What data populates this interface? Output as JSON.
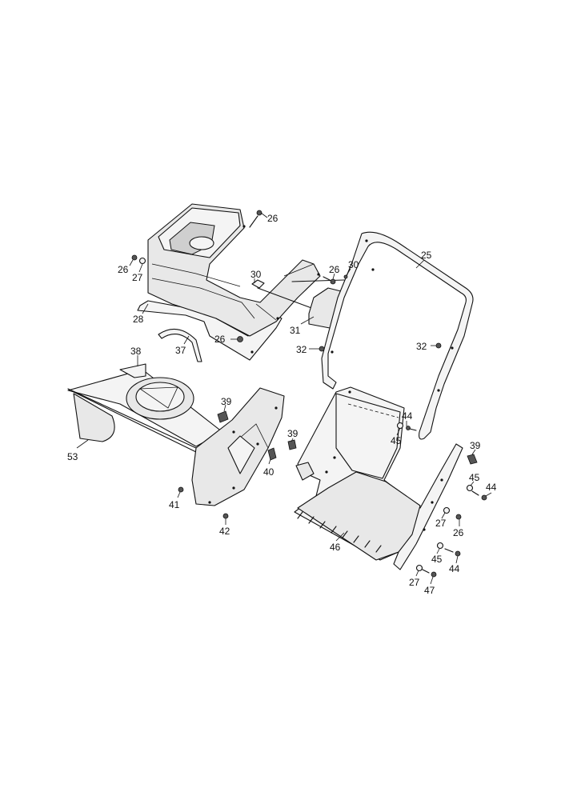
{
  "callouts": [
    {
      "id": "c1",
      "text": "26"
    },
    {
      "id": "c2",
      "text": "26"
    },
    {
      "id": "c3",
      "text": "27"
    },
    {
      "id": "c4",
      "text": "28"
    },
    {
      "id": "c5",
      "text": "30"
    },
    {
      "id": "c6",
      "text": "26"
    },
    {
      "id": "c7",
      "text": "30"
    },
    {
      "id": "c8",
      "text": "31"
    },
    {
      "id": "c9",
      "text": "25"
    },
    {
      "id": "c10",
      "text": "26"
    },
    {
      "id": "c11",
      "text": "37"
    },
    {
      "id": "c12",
      "text": "32"
    },
    {
      "id": "c13",
      "text": "32"
    },
    {
      "id": "c14",
      "text": "38"
    },
    {
      "id": "c15",
      "text": "39"
    },
    {
      "id": "c16",
      "text": "53"
    },
    {
      "id": "c17",
      "text": "40"
    },
    {
      "id": "c18",
      "text": "41"
    },
    {
      "id": "c19",
      "text": "42"
    },
    {
      "id": "c20",
      "text": "44"
    },
    {
      "id": "c21",
      "text": "45"
    },
    {
      "id": "c22",
      "text": "39"
    },
    {
      "id": "c23",
      "text": "39"
    },
    {
      "id": "c24",
      "text": "45"
    },
    {
      "id": "c25",
      "text": "44"
    },
    {
      "id": "c26",
      "text": "27"
    },
    {
      "id": "c27",
      "text": "26"
    },
    {
      "id": "c28",
      "text": "46"
    },
    {
      "id": "c29",
      "text": "45"
    },
    {
      "id": "c30",
      "text": "44"
    },
    {
      "id": "c31",
      "text": "27"
    },
    {
      "id": "c32",
      "text": "47"
    }
  ]
}
